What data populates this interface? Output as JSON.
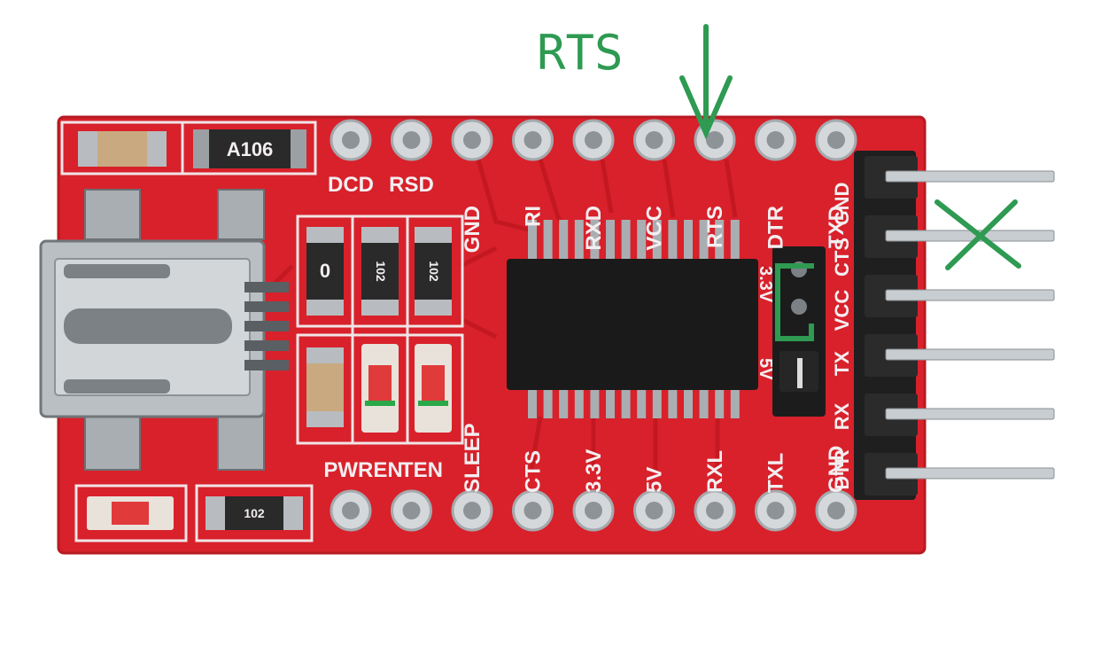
{
  "annotation": {
    "label": "RTS",
    "arrow": "down-arrow",
    "bracket": "bracket",
    "cross": "cross-mark",
    "color": "#2e9a52"
  },
  "board": {
    "pcb_color": "#d8212b",
    "chip_color": "#1a1a1a",
    "top_pins": [
      "DCD",
      "RSD",
      "GND",
      "RI",
      "RXD",
      "VCC",
      "RTS",
      "DTR",
      "TXD"
    ],
    "bottom_pins": [
      "PWREN",
      "TEN",
      "SLEEP",
      "CTS",
      "3.3V",
      "5V",
      "RXL",
      "TXL",
      "GND"
    ],
    "header_pins": [
      "GND",
      "CTS",
      "VCC",
      "TX",
      "RX",
      "DTR"
    ],
    "jumper_labels": [
      "3.3V",
      "5V"
    ],
    "component_markings": [
      "A106",
      "0",
      "102",
      "102",
      "102"
    ]
  }
}
